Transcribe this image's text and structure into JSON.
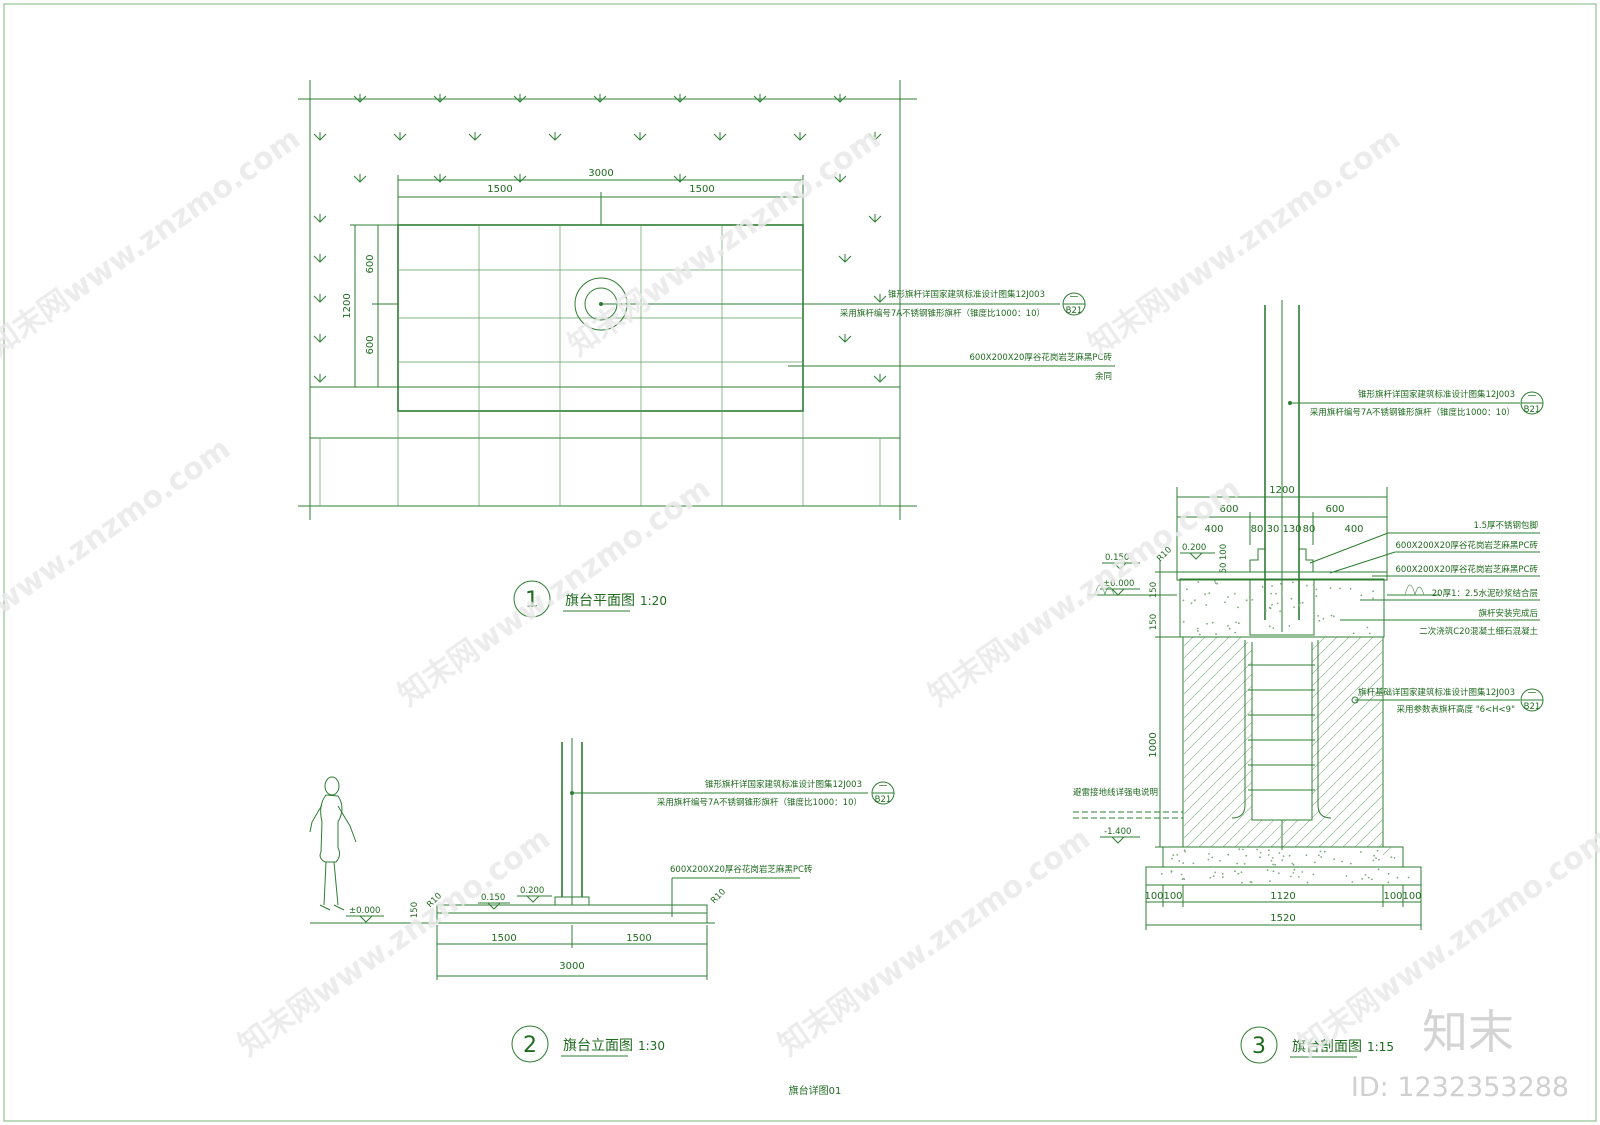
{
  "colors": {
    "line": "#2e7d32",
    "text": "#1f6b1f",
    "watermark": "#e0e0e0"
  },
  "plan": {
    "title": "旗台平面图",
    "scale": "1:20",
    "index": "1",
    "dims": {
      "total": "3000",
      "half_left": "1500",
      "half_right": "1500",
      "height": "1200",
      "h_top": "600",
      "h_bottom": "600"
    },
    "note1_line1": "锥形旗杆详国家建筑标准设计图集12J003",
    "note1_line2": "采用旗杆编号7A不锈钢锥形旗杆（锥度比1000：10）",
    "note2_line1": "600X200X20厚谷花岗岩芝麻黑PC砖",
    "note2_line2": "余同",
    "ref_top": "一",
    "ref_bottom": "B21"
  },
  "elevation": {
    "title": "旗台立面图",
    "scale": "1:30",
    "index": "2",
    "dims": {
      "half_left": "1500",
      "half_right": "1500",
      "total": "3000",
      "h": "150"
    },
    "levels": {
      "ground": "±0.000",
      "l1": "0.150",
      "l2": "0.200"
    },
    "radius_left": "R10",
    "radius_right": "R10",
    "note1_line1": "锥形旗杆详国家建筑标准设计图集12J003",
    "note1_line2": "采用旗杆编号7A不锈钢锥形旗杆（锥度比1000：10）",
    "note2": "600X200X20厚谷花岗岩芝麻黑PC砖",
    "ref_top": "一",
    "ref_bottom": "B21"
  },
  "section": {
    "title": "旗台剖面图",
    "scale": "1:15",
    "index": "3",
    "dims": {
      "top_total": "1200",
      "half_l": "600",
      "half_r": "600",
      "d400l": "400",
      "d80l": "80",
      "d30": "30",
      "d130": "130",
      "d80r": "80",
      "d400r": "400",
      "v50": "50",
      "v100": "100",
      "v150a": "150",
      "v150b": "150",
      "v1000": "1000",
      "b100a": "100",
      "b100b": "100",
      "b1120": "1120",
      "b100c": "100",
      "b100d": "100",
      "b1520": "1520"
    },
    "levels": {
      "l1": "0.150",
      "l2": "0.200",
      "ground": "±0.000",
      "bottom": "-1.400"
    },
    "radius": "R10",
    "note_pole1": "锥形旗杆详国家建筑标准设计图集12J003",
    "note_pole2": "采用旗杆编号7A不锈钢锥形旗杆（锥度比1000：10）",
    "layer1": "1.5厚不锈钢包脚",
    "layer2": "600X200X20厚谷花岗岩芝麻黑PC砖",
    "layer3": "600X200X20厚谷花岗岩芝麻黑PC砖",
    "layer4": "20厚1：2.5水泥砂浆结合层",
    "layer5": "旗杆安装完成后",
    "layer6": "二次浇筑C20混凝土细石混凝土",
    "found1": "旗杆基础详国家建筑标准设计图集12J003",
    "found2": "采用参数表旗杆高度 \"6<H<9\"",
    "ground_note": "避雷接地线详强电说明",
    "ref_top": "一",
    "ref_bottom": "B21"
  },
  "sheet_name": "旗台详图01",
  "watermark": {
    "text": "知末网www.znzmo.com",
    "brand": "知末",
    "id": "ID: 1232353288"
  }
}
